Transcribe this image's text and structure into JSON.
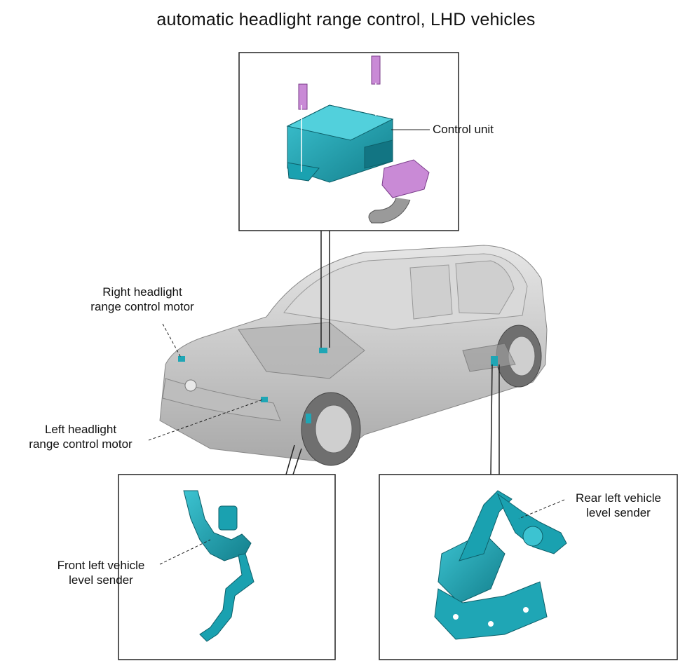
{
  "title": "automatic headlight range control, LHD vehicles",
  "labels": {
    "control_unit": "Control unit",
    "right_headlight_line1": "Right headlight",
    "right_headlight_line2": "range control motor",
    "left_headlight_line1": "Left headlight",
    "left_headlight_line2": "range control motor",
    "front_sender_line1": "Front left vehicle",
    "front_sender_line2": "level sender",
    "rear_sender_line1": "Rear left vehicle",
    "rear_sender_line2": "level sender"
  },
  "colors": {
    "component_teal": "#1fa6b5",
    "connector_pink": "#c98ad6",
    "car_body": "#c8c8c8",
    "outline": "#222222"
  }
}
